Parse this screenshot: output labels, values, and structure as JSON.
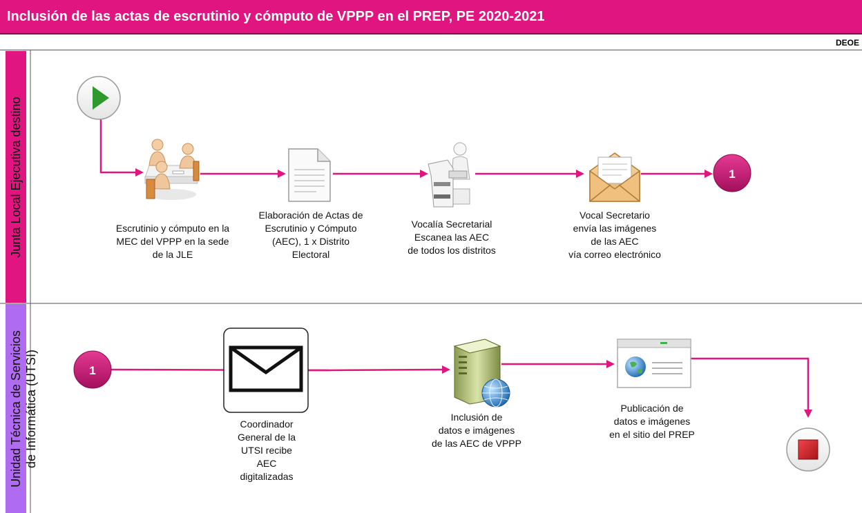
{
  "header": {
    "title": "Inclusión de las actas de escrutinio y cómputo de VPPP en el PREP, PE 2020-2021",
    "owner": "DEOE"
  },
  "colors": {
    "title_bg": "#e0157f",
    "lane1": "#e0157f",
    "lane2": "#b06cf0",
    "connector": "#e0157f"
  },
  "lanes": [
    {
      "label": "Junta Local Ejecutiva destino",
      "nodes": [
        {
          "id": "start",
          "icon": "play-start-icon"
        },
        {
          "id": "meeting",
          "icon": "meeting-people-icon",
          "label": [
            "Escrutinio y cómputo en la",
            "MEC del VPPP en la sede",
            "de la JLE"
          ]
        },
        {
          "id": "document",
          "icon": "document-icon",
          "label": [
            "Elaboración de Actas de",
            "Escrutinio y Cómputo",
            "(AEC), 1 x Distrito",
            "Electoral"
          ]
        },
        {
          "id": "scanner",
          "icon": "scanner-operator-icon",
          "label": [
            "Vocalía Secretarial",
            "Escanea las AEC",
            "de todos los distritos"
          ]
        },
        {
          "id": "email",
          "icon": "open-envelope-icon",
          "label": [
            "Vocal Secretario",
            "envía las imágenes",
            "de las AEC",
            "vía correo electrónico"
          ]
        },
        {
          "id": "connector-out",
          "icon": "connector-icon",
          "text": "1"
        }
      ]
    },
    {
      "label_lines": [
        "Unidad Técnica de Servicios",
        "de Informática (UTSI)"
      ],
      "nodes": [
        {
          "id": "connector-in",
          "icon": "connector-icon",
          "text": "1"
        },
        {
          "id": "envelope",
          "icon": "envelope-icon",
          "label": [
            "Coordinador",
            "General de la",
            "UTSI recibe",
            "AEC",
            "digitalizadas"
          ]
        },
        {
          "id": "server",
          "icon": "server-globe-icon",
          "label": [
            "Inclusión de",
            "datos e imágenes",
            "de las AEC de VPPP"
          ]
        },
        {
          "id": "web",
          "icon": "web-page-icon",
          "label": [
            "Publicación de",
            "datos e imágenes",
            "en el sitio del PREP"
          ]
        },
        {
          "id": "end",
          "icon": "stop-end-icon"
        }
      ]
    }
  ]
}
